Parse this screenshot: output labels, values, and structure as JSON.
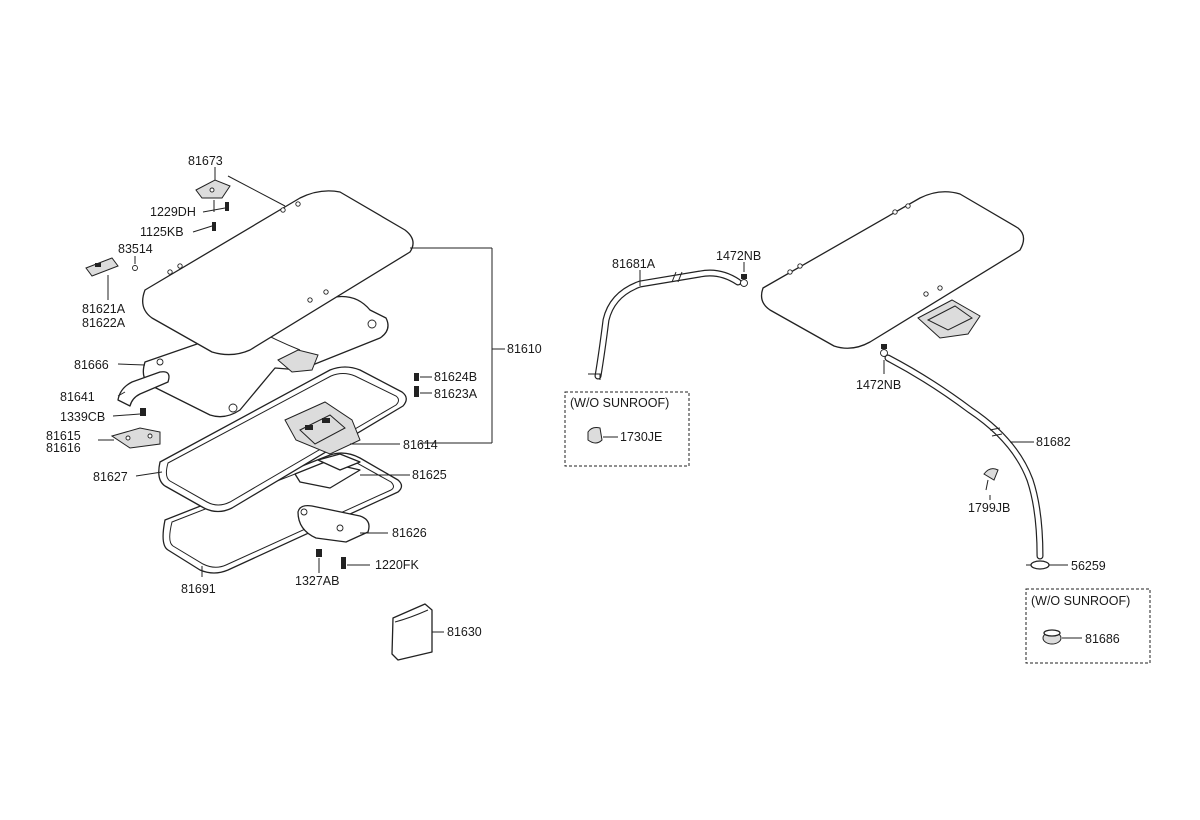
{
  "labels": {
    "p81673": "81673",
    "p1229DH": "1229DH",
    "p1125KB": "1125KB",
    "p83514": "83514",
    "p81621A": "81621A",
    "p81622A": "81622A",
    "p81666": "81666",
    "p81641": "81641",
    "p1339CB": "1339CB",
    "p81615": "81615",
    "p81616": "81616",
    "p81627": "81627",
    "p81691": "81691",
    "p1327AB": "1327AB",
    "p1220FK": "1220FK",
    "p81626": "81626",
    "p81625": "81625",
    "p81614": "81614",
    "p81610": "81610",
    "p81624B": "81624B",
    "p81623A": "81623A",
    "p81630": "81630",
    "p81681A": "81681A",
    "p1472NB_top": "1472NB",
    "p1472NB_bottom": "1472NB",
    "p81682": "81682",
    "p1799JB": "1799JB",
    "p56259": "56259",
    "p1730JE": "1730JE",
    "p81686": "81686"
  },
  "boxes": {
    "left_title": "(W/O SUNROOF)",
    "right_title": "(W/O SUNROOF)"
  }
}
